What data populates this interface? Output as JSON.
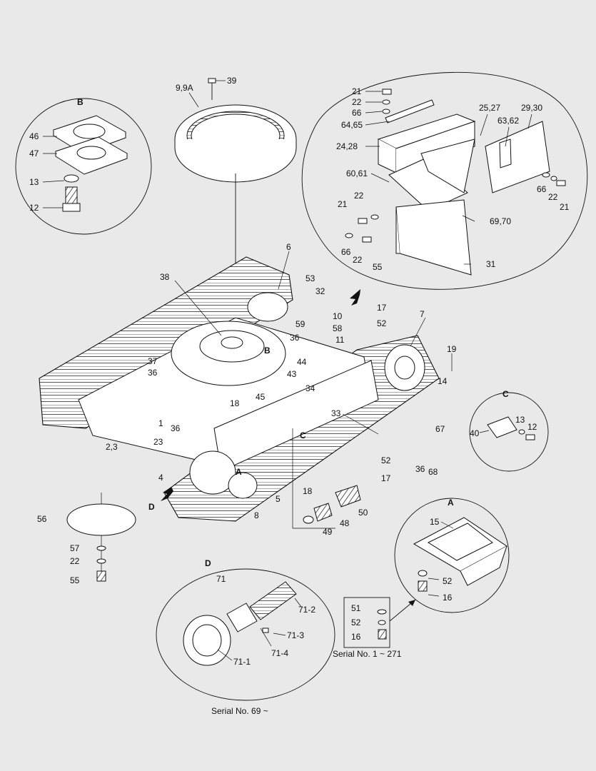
{
  "detail_titles": {
    "A": "A",
    "B": "B",
    "C": "C",
    "D": "D"
  },
  "main_callouts": {
    "B": "B",
    "C": "C",
    "A": "A",
    "D": "D"
  },
  "ring": {
    "label_9": "9,9A",
    "label_39": "39",
    "label_38": "38"
  },
  "detail_b": {
    "p46": "46",
    "p47": "47",
    "p13": "13",
    "p12": "12"
  },
  "top_right": {
    "p21a": "21",
    "p22a": "22",
    "p66a": "66",
    "p6465": "64,65",
    "p2428": "24,28",
    "p2527": "25,27",
    "p2930": "29,30",
    "p6362": "63,62",
    "p6061": "60,61",
    "p21b": "21",
    "p22b": "22",
    "p66b": "66",
    "p22c": "22",
    "p55": "55",
    "p6970": "69,70",
    "p31": "31",
    "p66c": "66",
    "p22d": "22",
    "p21c": "21"
  },
  "main": {
    "p6": "6",
    "p53": "53",
    "p32": "32",
    "p17a": "17",
    "p10": "10",
    "p58": "58",
    "p11": "11",
    "p52a": "52",
    "p7": "7",
    "p59": "59",
    "p36a": "36",
    "p19": "19",
    "p14": "14",
    "p37": "37",
    "p36b": "36",
    "p44": "44",
    "p43": "43",
    "p34": "34",
    "p45": "45",
    "p33": "33",
    "p1": "1",
    "p18a": "18",
    "p23": "23",
    "p36c": "36",
    "p23b": "2,3",
    "p4": "4",
    "p5": "5",
    "p8": "8",
    "p18b": "18",
    "p67": "67",
    "p52b": "52",
    "p17b": "17",
    "p36d": "36",
    "p68": "68",
    "p50": "50",
    "p48": "48",
    "p49": "49",
    "p56": "56",
    "p57": "57",
    "p22e": "22",
    "p55b": "55"
  },
  "detail_c": {
    "p40": "40",
    "p13": "13",
    "p12": "12"
  },
  "detail_a": {
    "p15": "15",
    "p52": "52",
    "p16": "16"
  },
  "detail_d": {
    "p71": "71",
    "p712": "71-2",
    "p713": "71-3",
    "p714": "71-4",
    "p711": "71-1"
  },
  "serial_box": {
    "p51": "51",
    "p52": "52",
    "p16": "16"
  },
  "captions": {
    "serial_1_271": "Serial No. 1 ~ 271",
    "serial_69": "Serial No. 69 ~"
  }
}
